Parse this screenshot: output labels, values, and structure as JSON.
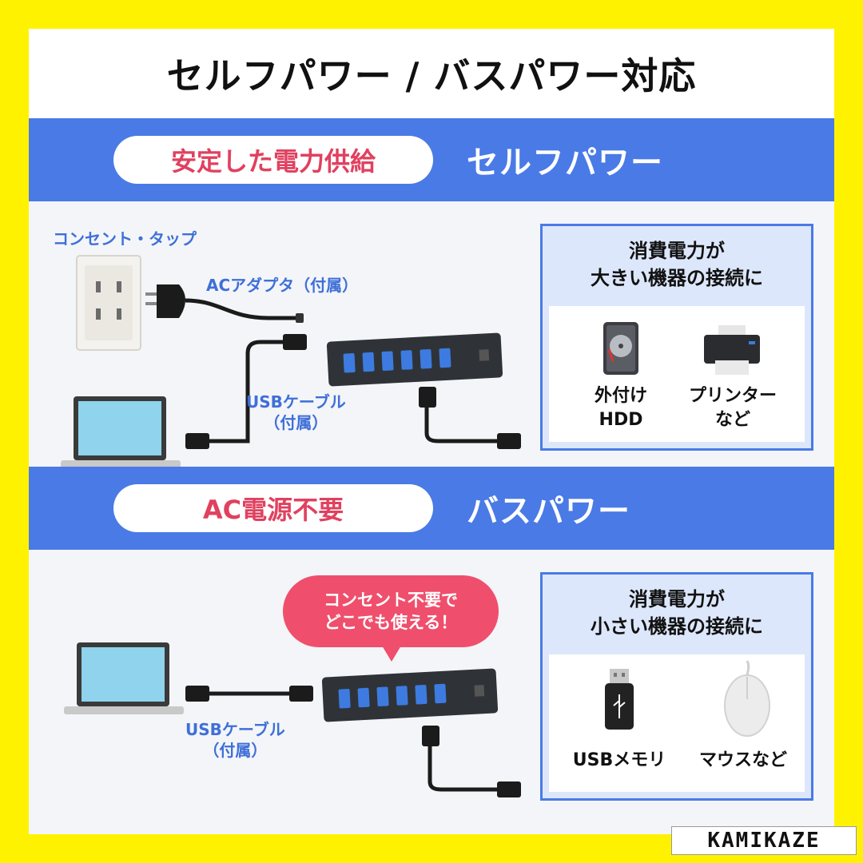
{
  "header": {
    "title": "セルフパワー / バスパワー対応"
  },
  "self_power": {
    "badge": "安定した電力供給",
    "title": "セルフパワー",
    "outlet_label": "コンセント・タップ",
    "adapter_label": "ACアダプタ（付属）",
    "usb_cable_label_line1": "USBケーブル",
    "usb_cable_label_line2": "（付属）",
    "panel": {
      "heading_line1": "消費電力が",
      "heading_line2": "大きい機器の接続に",
      "devices": [
        {
          "label_line1": "外付け",
          "label_line2": "HDD",
          "icon": "hdd-icon"
        },
        {
          "label_line1": "プリンター",
          "label_line2": "など",
          "icon": "printer-icon"
        }
      ]
    }
  },
  "bus_power": {
    "badge": "AC電源不要",
    "title": "バスパワー",
    "bubble_line1": "コンセント不要で",
    "bubble_line2": "どこでも使える！",
    "usb_cable_label_line1": "USBケーブル",
    "usb_cable_label_line2": "（付属）",
    "panel": {
      "heading_line1": "消費電力が",
      "heading_line2": "小さい機器の接続に",
      "devices": [
        {
          "label": "USBメモリ",
          "icon": "usb-memory-icon"
        },
        {
          "label": "マウスなど",
          "icon": "mouse-icon"
        }
      ]
    }
  },
  "watermark": "KAMIKAZE",
  "colors": {
    "background_frame": "#fff200",
    "band_blue": "#4a7ae6",
    "accent_pink": "#e0415f",
    "label_blue": "#3f6fd8",
    "hub_dark": "#2f3338",
    "port_blue": "#3d7be0"
  }
}
